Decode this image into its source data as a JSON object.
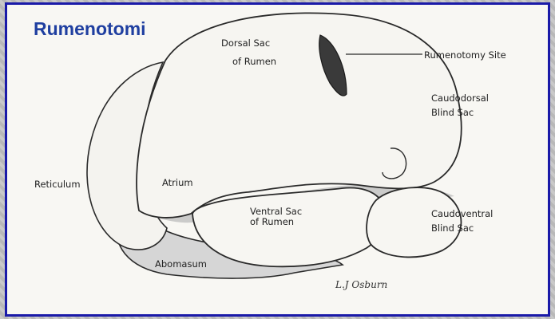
{
  "title": "Rumenotomi",
  "labels": {
    "dorsal_sac": [
      "Dorsal Sac",
      "of Rumen"
    ],
    "rumenotomy_site": "Rumenotomy Site",
    "caudodorsal": [
      "Caudodorsal",
      "Blind Sac"
    ],
    "reticulum": "Reticulum",
    "atrium": "Atrium",
    "ventral_sac": [
      "Ventral Sac",
      "of Rumen"
    ],
    "caudoventral": [
      "Caudoventral",
      "Blind Sac"
    ],
    "abomasum": "Abomasum"
  },
  "signature": "L.J Osburn",
  "colors": {
    "frame_border": "#1a1aa8",
    "title": "#1f3fa0",
    "paper": "#f8f7f3",
    "outline": "#2a2a2a",
    "shade": "#a8a8a8"
  }
}
